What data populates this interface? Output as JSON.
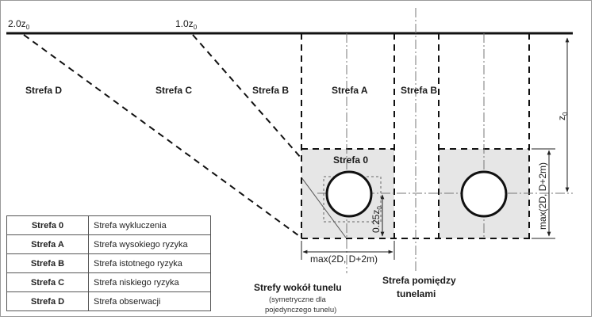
{
  "diagram": {
    "surface_labels": {
      "d2": "2.0z",
      "d1": "1.0z",
      "sub": "0"
    },
    "zones": {
      "d": "Strefa D",
      "c": "Strefa C",
      "b_left": "Strefa B",
      "a": "Strefa A",
      "b_right": "Strefa B",
      "zero": "Strefa 0"
    },
    "dimensions": {
      "z0_main": "z",
      "z0_sub": "0",
      "half_z0_main": "0.25z",
      "half_z0_sub": "0",
      "width": "max(2D, D+2m)",
      "height": "max(2D, D+2m)"
    },
    "captions": {
      "around_title": "Strefy wokół tunelu",
      "around_sub1": "(symetryczne dla",
      "around_sub2": "pojedynczego tunelu)",
      "between_line1": "Strefa pomiędzy",
      "between_line2": "tunelami"
    }
  },
  "legend": [
    {
      "key": "Strefa 0",
      "value": "Strefa wykluczenia"
    },
    {
      "key": "Strefa A",
      "value": "Strefa wysokiego ryzyka"
    },
    {
      "key": "Strefa B",
      "value": "Strefa istotnego ryzyka"
    },
    {
      "key": "Strefa C",
      "value": "Strefa niskiego ryzyka"
    },
    {
      "key": "Strefa D",
      "value": "Strefa obserwacji"
    }
  ]
}
